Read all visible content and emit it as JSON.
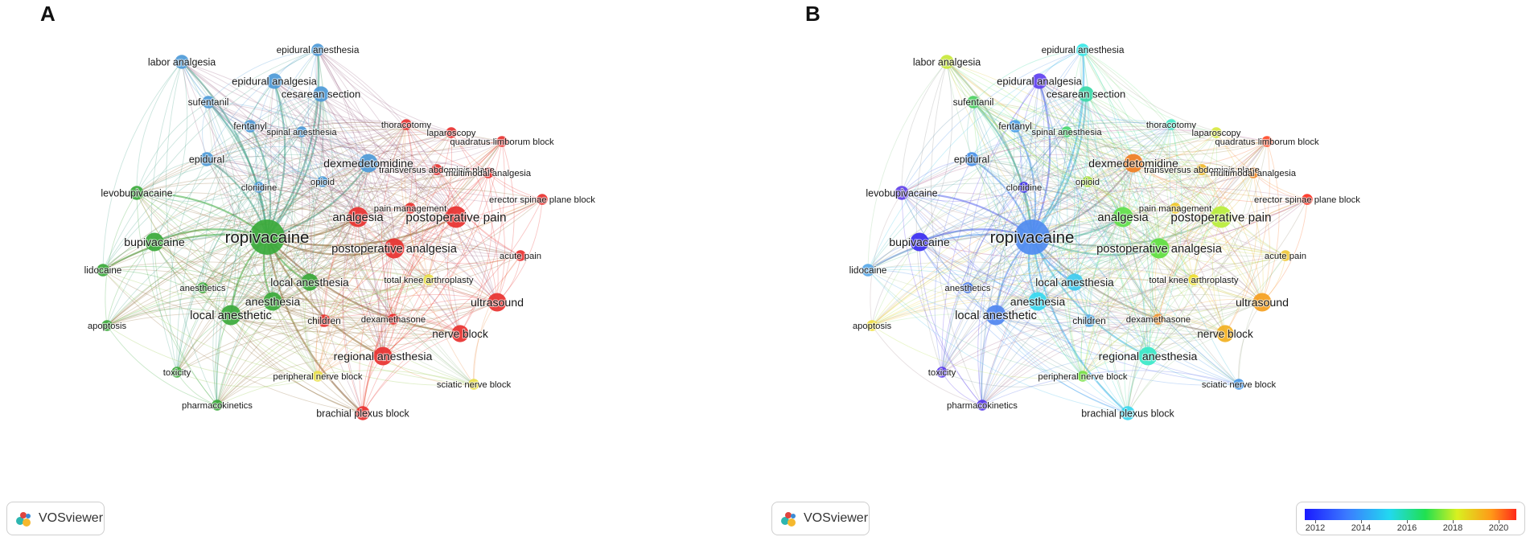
{
  "panels": [
    {
      "letter": "A",
      "coloring": "cluster"
    },
    {
      "letter": "B",
      "coloring": "year"
    }
  ],
  "brand": {
    "name": "VOSviewer"
  },
  "legend": {
    "ticks": [
      "2012",
      "2014",
      "2016",
      "2018",
      "2020"
    ],
    "colors": [
      "#1a1aff",
      "#3b7bff",
      "#22d8f0",
      "#20e050",
      "#d8f020",
      "#ff9a18",
      "#ff2a1a"
    ]
  },
  "cluster_colors": {
    "red": "#e8312f",
    "green": "#3aa93a",
    "blue": "#4d9ad8",
    "yellow": "#e8e04a"
  },
  "chart_data": {
    "type": "network",
    "nodes": [
      {
        "label": "ropivacaine",
        "weight": 10,
        "cluster": "green",
        "year_color": "#4f8bf0"
      },
      {
        "label": "postoperative pain",
        "weight": 5.5,
        "cluster": "red",
        "year_color": "#b9ee3a"
      },
      {
        "label": "analgesia",
        "weight": 5,
        "cluster": "red",
        "year_color": "#5fe04a"
      },
      {
        "label": "postoperative analgesia",
        "weight": 5,
        "cluster": "red",
        "year_color": "#5fe040"
      },
      {
        "label": "bupivacaine",
        "weight": 4.5,
        "cluster": "green",
        "year_color": "#3a2cf0"
      },
      {
        "label": "local anesthetic",
        "weight": 5,
        "cluster": "green",
        "year_color": "#4f86f0"
      },
      {
        "label": "anesthesia",
        "weight": 4.5,
        "cluster": "green",
        "year_color": "#36d8f0"
      },
      {
        "label": "local anesthesia",
        "weight": 4,
        "cluster": "green",
        "year_color": "#40ccf0"
      },
      {
        "label": "ultrasound",
        "weight": 4.5,
        "cluster": "red",
        "year_color": "#f5a020"
      },
      {
        "label": "nerve block",
        "weight": 4,
        "cluster": "red",
        "year_color": "#f2b020"
      },
      {
        "label": "regional anesthesia",
        "weight": 4.5,
        "cluster": "red",
        "year_color": "#38e8c8"
      },
      {
        "label": "dexmedetomidine",
        "weight": 4.5,
        "cluster": "blue",
        "year_color": "#f07e22"
      },
      {
        "label": "labor analgesia",
        "weight": 3,
        "cluster": "blue",
        "year_color": "#c8e83a"
      },
      {
        "label": "epidural anesthesia",
        "weight": 2.5,
        "cluster": "blue",
        "year_color": "#38e8e8"
      },
      {
        "label": "epidural analgesia",
        "weight": 3.5,
        "cluster": "blue",
        "year_color": "#6040f0"
      },
      {
        "label": "cesarean section",
        "weight": 3.5,
        "cluster": "blue",
        "year_color": "#3ad8a8"
      },
      {
        "label": "sufentanil",
        "weight": 2.5,
        "cluster": "blue",
        "year_color": "#4ad060"
      },
      {
        "label": "fentanyl",
        "weight": 2.5,
        "cluster": "blue",
        "year_color": "#4aa0e8"
      },
      {
        "label": "spinal anesthesia",
        "weight": 2,
        "cluster": "blue",
        "year_color": "#48d870"
      },
      {
        "label": "thoracotomy",
        "weight": 2,
        "cluster": "red",
        "year_color": "#48e8c8"
      },
      {
        "label": "laparoscopy",
        "weight": 2,
        "cluster": "red",
        "year_color": "#d8e840"
      },
      {
        "label": "quadratus limborum block",
        "weight": 2,
        "cluster": "red",
        "year_color": "#ff4a28"
      },
      {
        "label": "epidural",
        "weight": 3,
        "cluster": "blue",
        "year_color": "#4890e8"
      },
      {
        "label": "transversus abdominis plane",
        "weight": 2,
        "cluster": "red",
        "year_color": "#f0b828"
      },
      {
        "label": "multimodal analgesia",
        "weight": 2,
        "cluster": "red",
        "year_color": "#f08a28"
      },
      {
        "label": "levobupivacaine",
        "weight": 3,
        "cluster": "green",
        "year_color": "#6040e8"
      },
      {
        "label": "clonidine",
        "weight": 2,
        "cluster": "blue",
        "year_color": "#4030e8"
      },
      {
        "label": "opioid",
        "weight": 2,
        "cluster": "blue",
        "year_color": "#a8e040"
      },
      {
        "label": "erector spinae plane block",
        "weight": 2,
        "cluster": "red",
        "year_color": "#ff3020"
      },
      {
        "label": "pain management",
        "weight": 2,
        "cluster": "red",
        "year_color": "#f0c828"
      },
      {
        "label": "lidocaine",
        "weight": 2.5,
        "cluster": "green",
        "year_color": "#58a8e8"
      },
      {
        "label": "acute pain",
        "weight": 2,
        "cluster": "red",
        "year_color": "#f0c838"
      },
      {
        "label": "anesthetics",
        "weight": 2,
        "cluster": "green",
        "year_color": "#4878e8"
      },
      {
        "label": "total knee arthroplasty",
        "weight": 2,
        "cluster": "yellow",
        "year_color": "#f0e030"
      },
      {
        "label": "children",
        "weight": 2.5,
        "cluster": "red",
        "year_color": "#58b0e8"
      },
      {
        "label": "dexamethasone",
        "weight": 2,
        "cluster": "red",
        "year_color": "#f09838"
      },
      {
        "label": "apoptosis",
        "weight": 2,
        "cluster": "green",
        "year_color": "#f0e040"
      },
      {
        "label": "toxicity",
        "weight": 2,
        "cluster": "green",
        "year_color": "#5838e8"
      },
      {
        "label": "peripheral nerve block",
        "weight": 2,
        "cluster": "yellow",
        "year_color": "#78e048"
      },
      {
        "label": "sciatic nerve block",
        "weight": 2,
        "cluster": "yellow",
        "year_color": "#4898e8"
      },
      {
        "label": "pharmacokinetics",
        "weight": 2,
        "cluster": "green",
        "year_color": "#5838e8"
      },
      {
        "label": "brachial plexus block",
        "weight": 3,
        "cluster": "red",
        "year_color": "#38d8f0"
      }
    ]
  }
}
